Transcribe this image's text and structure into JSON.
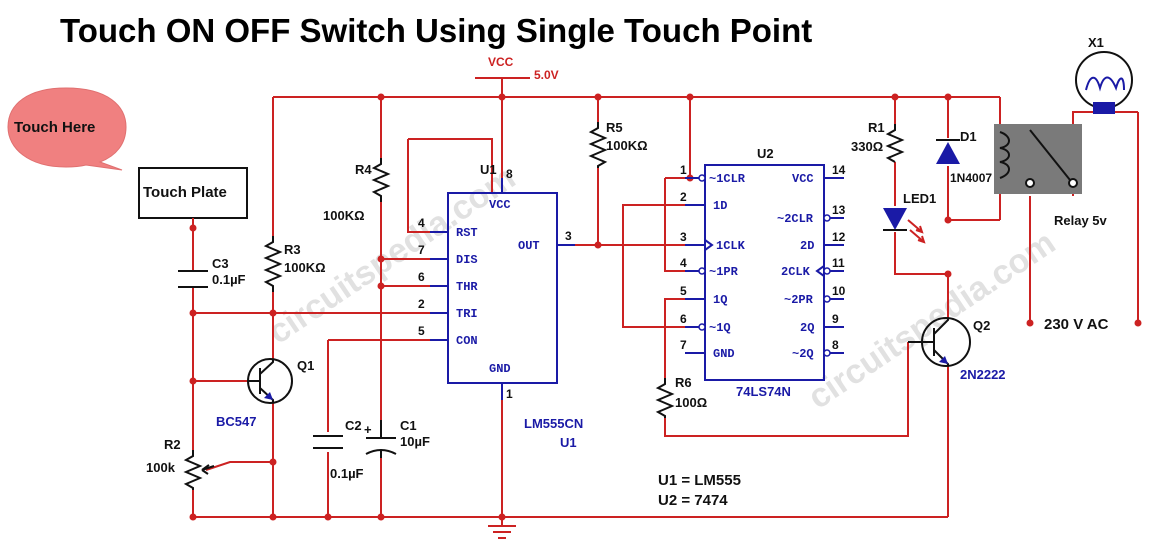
{
  "title": "Touch ON OFF Switch Using Single Touch Point",
  "watermark": "circuitspedia.com",
  "bubble": {
    "text": "Touch Here",
    "color": "#f08080"
  },
  "touch_plate": "Touch Plate",
  "power": {
    "vcc": "VCC",
    "voltage": "5.0V"
  },
  "components": {
    "c3": {
      "ref": "C3",
      "value": "0.1µF"
    },
    "c2": {
      "ref": "C2",
      "value": "0.1µF"
    },
    "c1": {
      "ref": "C1",
      "value": "10µF",
      "polarity": "+"
    },
    "r2": {
      "ref": "R2",
      "value": "100k"
    },
    "r3": {
      "ref": "R3",
      "value": "100KΩ"
    },
    "r4": {
      "ref": "R4",
      "value": "100KΩ"
    },
    "r5": {
      "ref": "R5",
      "value": "100KΩ"
    },
    "r6": {
      "ref": "R6",
      "value": "100Ω"
    },
    "r1": {
      "ref": "R1",
      "value": "330Ω"
    },
    "q1": {
      "ref": "Q1",
      "part": "BC547"
    },
    "q2": {
      "ref": "Q2",
      "part": "2N2222"
    },
    "d1": {
      "ref": "D1",
      "part": "1N4007"
    },
    "led1": {
      "ref": "LED1"
    },
    "relay": {
      "label": "Relay 5v"
    },
    "lamp": {
      "ref": "X1"
    },
    "mains": "230 V AC"
  },
  "u1": {
    "ref": "U1",
    "part": "LM555CN",
    "ref_bottom": "U1",
    "pins": [
      {
        "num": "8",
        "name": "VCC"
      },
      {
        "num": "4",
        "name": "RST"
      },
      {
        "num": "7",
        "name": "DIS"
      },
      {
        "num": "6",
        "name": "THR"
      },
      {
        "num": "2",
        "name": "TRI"
      },
      {
        "num": "5",
        "name": "CON"
      },
      {
        "num": "3",
        "name": "OUT"
      },
      {
        "num": "1",
        "name": "GND"
      }
    ]
  },
  "u2": {
    "ref": "U2",
    "part": "74LS74N",
    "pins": [
      {
        "num": "1",
        "name": "~1CLR"
      },
      {
        "num": "2",
        "name": "1D"
      },
      {
        "num": "3",
        "name": "1CLK"
      },
      {
        "num": "4",
        "name": "~1PR"
      },
      {
        "num": "5",
        "name": "1Q"
      },
      {
        "num": "6",
        "name": "~1Q"
      },
      {
        "num": "7",
        "name": "GND"
      },
      {
        "num": "14",
        "name": "VCC"
      },
      {
        "num": "13",
        "name": "~2CLR"
      },
      {
        "num": "12",
        "name": "2D"
      },
      {
        "num": "11",
        "name": "2CLK"
      },
      {
        "num": "10",
        "name": "~2PR"
      },
      {
        "num": "9",
        "name": "2Q"
      },
      {
        "num": "8",
        "name": "~2Q"
      }
    ]
  },
  "legend": {
    "line1": "U1 = LM555",
    "line2": "U2 = 7474"
  }
}
